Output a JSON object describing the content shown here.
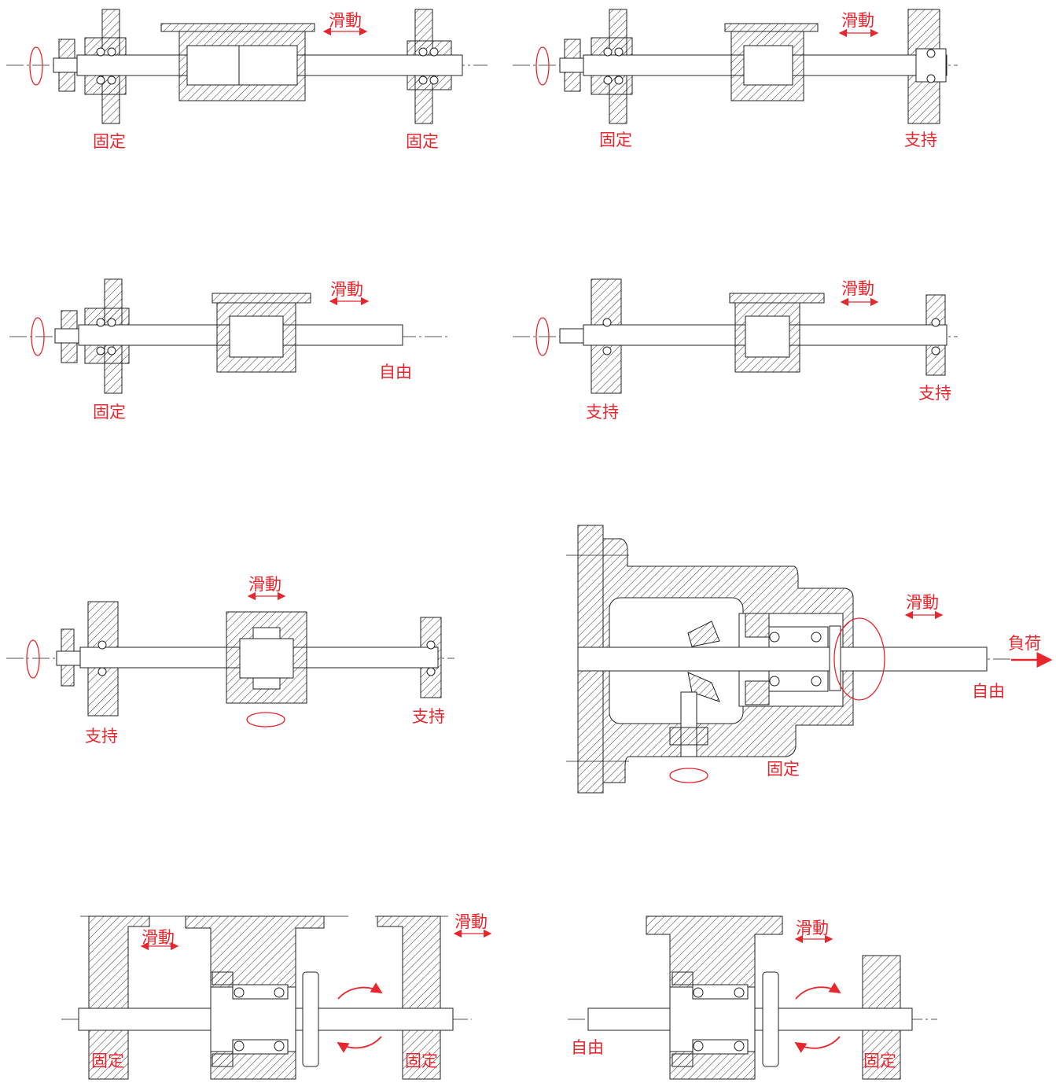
{
  "colors": {
    "line": "#231f20",
    "label": "#e8262d",
    "hatch": "#231f20"
  },
  "labels": {
    "d1": {
      "slide": "滑動",
      "left": "固定",
      "right": "固定"
    },
    "d2": {
      "slide": "滑動",
      "left": "固定",
      "right": "支持"
    },
    "d3": {
      "slide": "滑動",
      "left": "固定",
      "right": "自由"
    },
    "d4": {
      "slide": "滑動",
      "left": "支持",
      "right": "支持"
    },
    "d5": {
      "slide": "滑動",
      "left": "支持",
      "right": "支持"
    },
    "d6": {
      "slide": "滑動",
      "load": "負荷",
      "free": "自由",
      "fixed": "固定"
    },
    "d7": {
      "slide_left": "滑動",
      "slide_right": "滑動",
      "left": "固定",
      "right": "固定"
    },
    "d8": {
      "slide": "滑動",
      "left": "自由",
      "right": "固定"
    }
  }
}
